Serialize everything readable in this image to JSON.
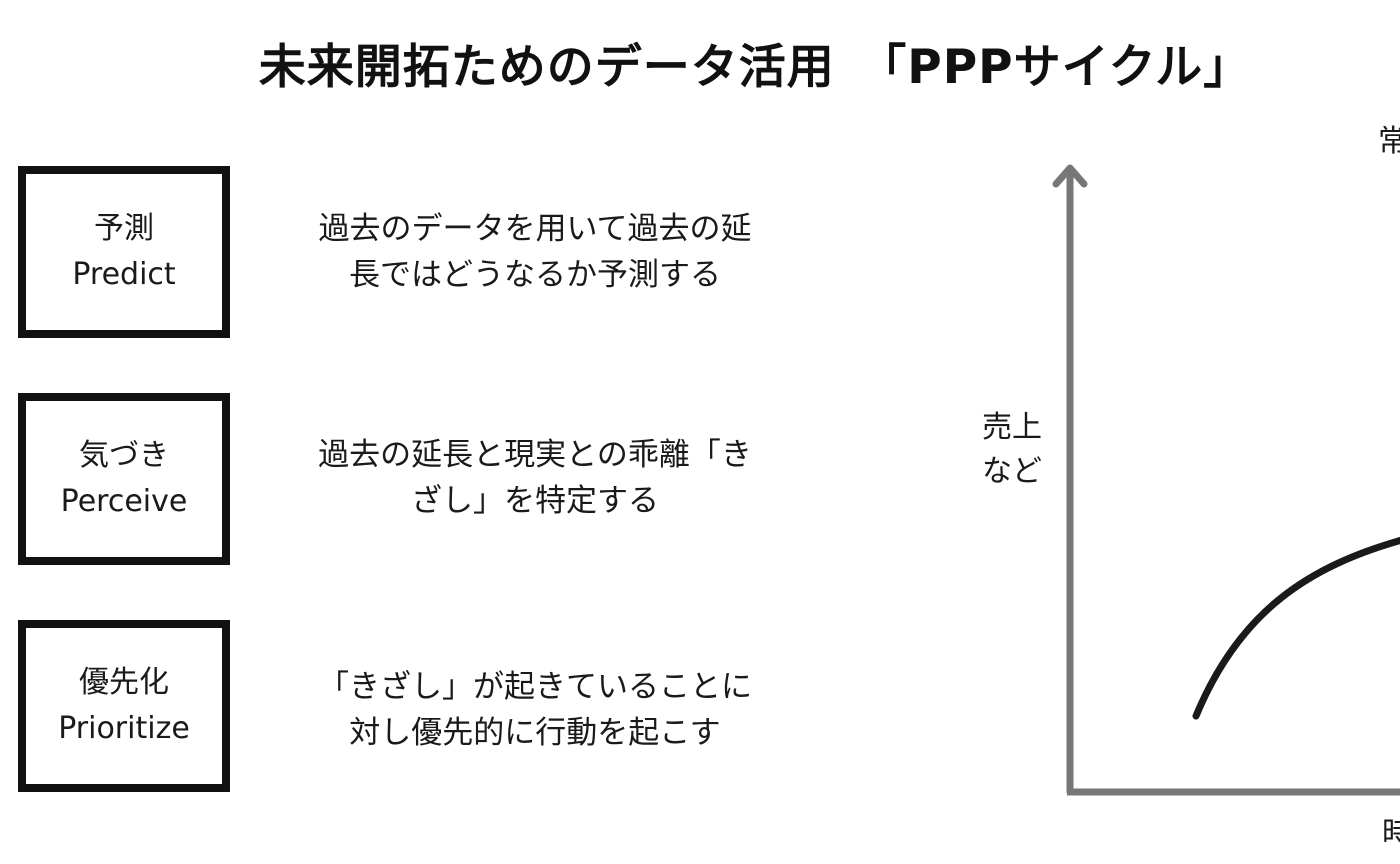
{
  "title": "未来開拓ためのデータ活用　「PPPサイクル」",
  "steps": [
    {
      "jp": "予測",
      "en": "Predict",
      "desc": [
        "過去のデータを用いて過去の延",
        "長ではどうなるか予測する"
      ]
    },
    {
      "jp": "気づき",
      "en": "Perceive",
      "desc": [
        "過去の延長と現実との乖離「き",
        "ざし」を特定する"
      ]
    },
    {
      "jp": "優先化",
      "en": "Prioritize",
      "desc": [
        "「きざし」が起きていることに",
        "対し優先的に行動を起こす"
      ]
    }
  ],
  "graph": {
    "y_label": [
      "売上",
      "など"
    ],
    "top_right_label": "常",
    "bottom_right_label": "時",
    "axis_color": "#777777",
    "curve_color": "#1a1a1a"
  }
}
